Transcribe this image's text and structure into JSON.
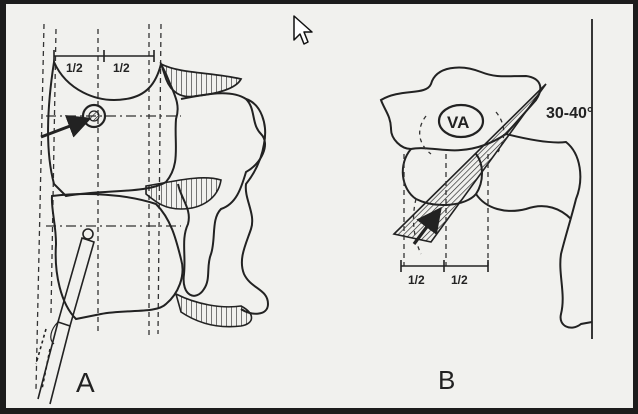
{
  "figure": {
    "panel_a": {
      "letter": "A",
      "half_left": "1/2",
      "half_right": "1/2"
    },
    "panel_b": {
      "letter": "B",
      "va_label": "VA",
      "angle_label": "30-40°",
      "half_left": "1/2",
      "half_right": "1/2"
    }
  },
  "colors": {
    "ink": "#222222",
    "paper": "#f1f1ee",
    "bezel": "#1c1c1c"
  },
  "cursor": {
    "icon": "mouse-pointer-icon"
  }
}
